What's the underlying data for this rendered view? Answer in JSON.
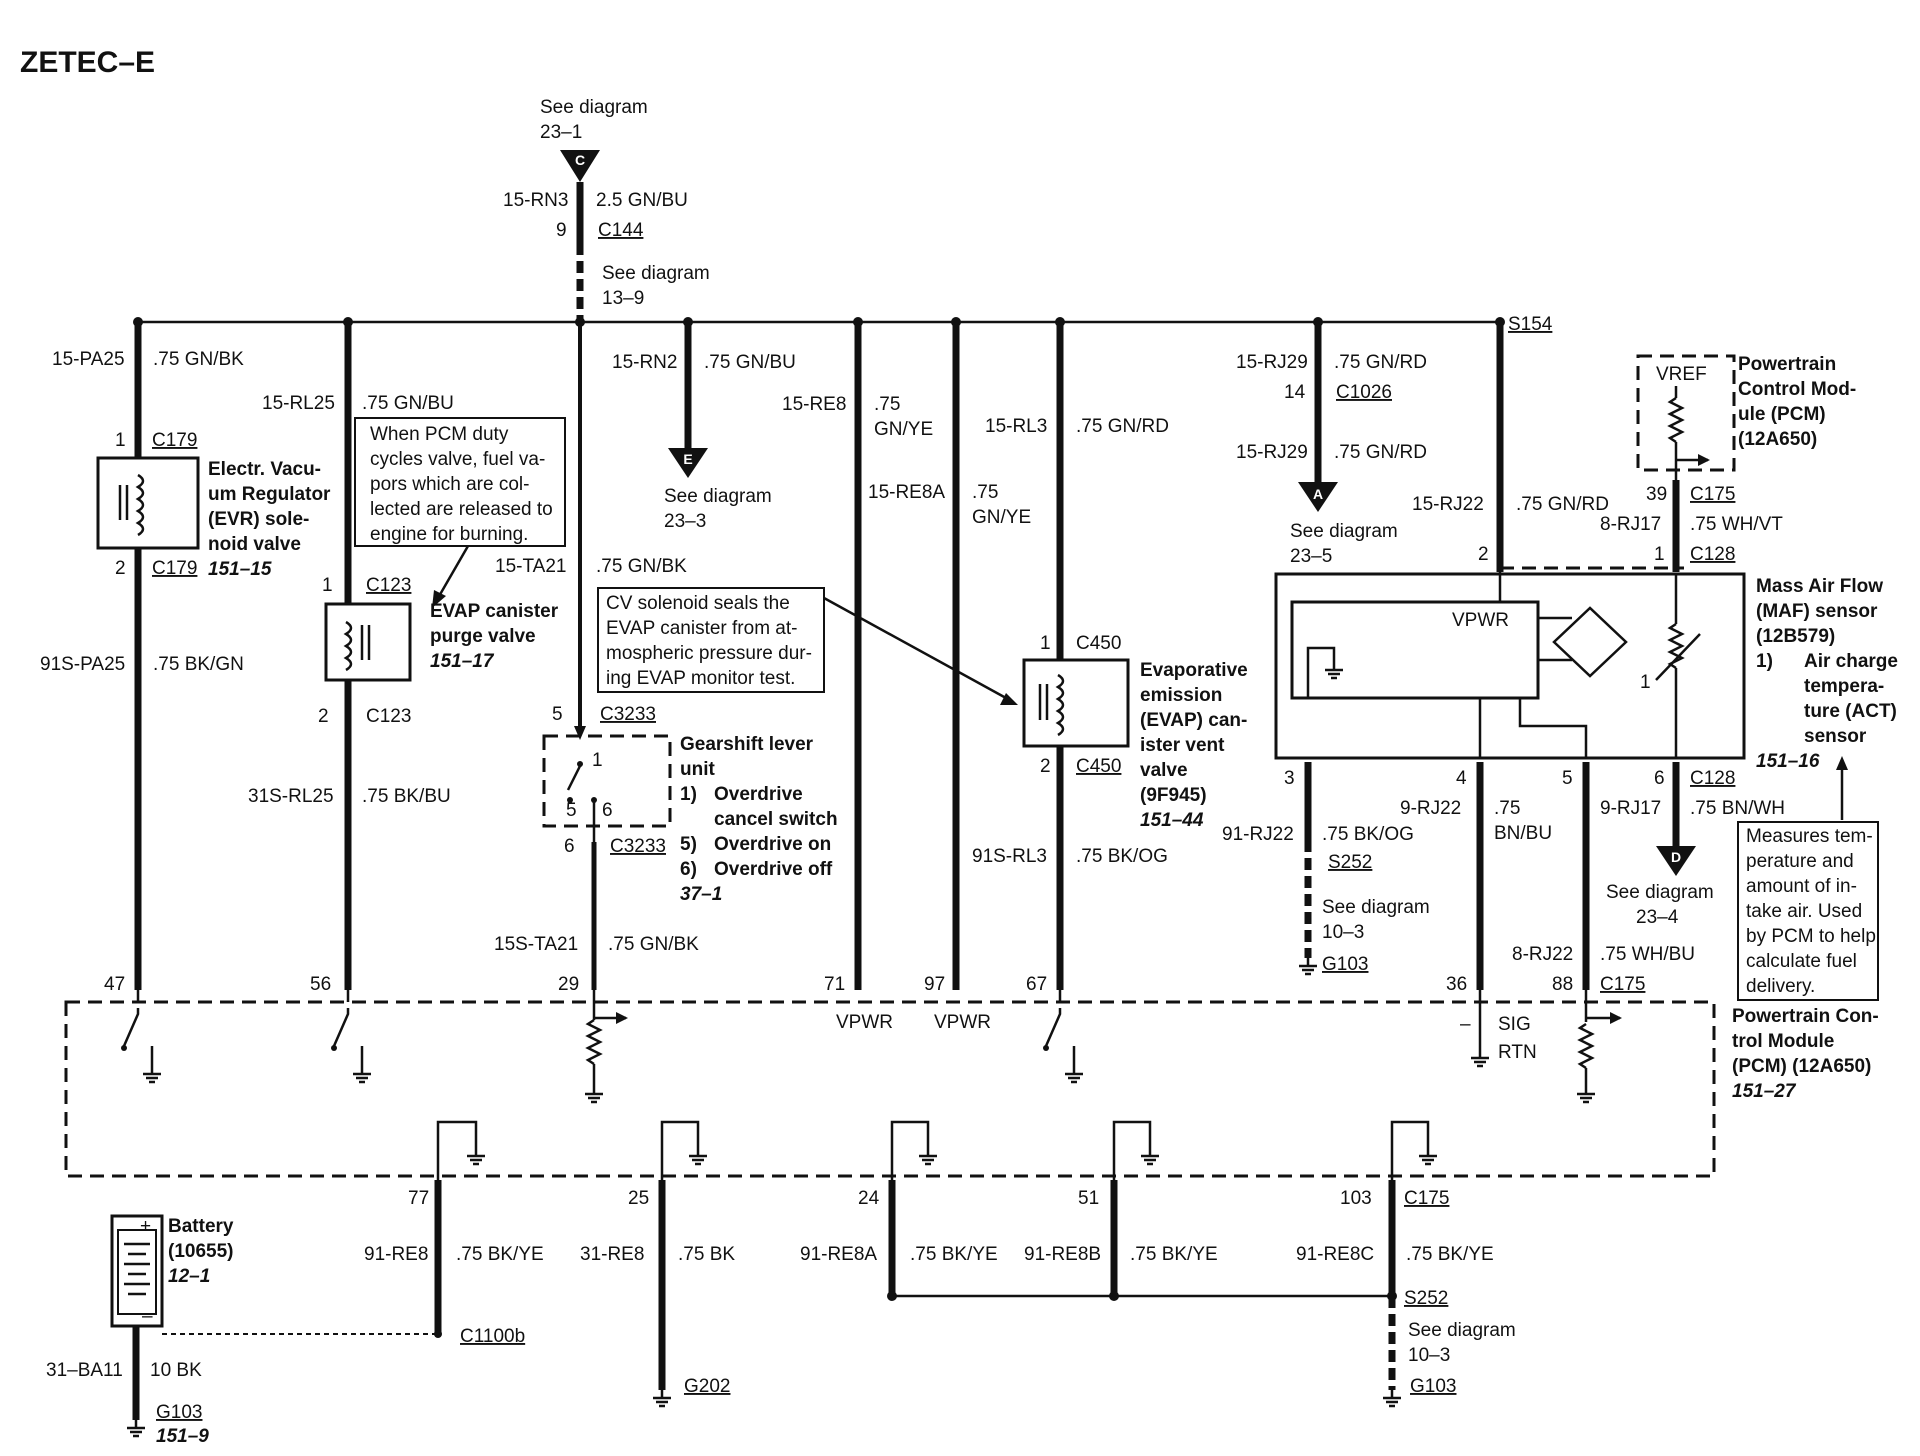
{
  "title": "ZETEC–E",
  "references": {
    "top": [
      "See diagram",
      "23–1"
    ],
    "upper": [
      "See diagram",
      "13–9"
    ],
    "e": [
      "See diagram",
      "23–3"
    ],
    "a": [
      "See diagram",
      "23–5"
    ],
    "s252": [
      "See diagram",
      "10–3"
    ],
    "d": [
      "See diagram",
      "23–4"
    ],
    "s252b": [
      "See diagram",
      "10–3"
    ]
  },
  "connector_letters": {
    "c": "C",
    "e": "E",
    "a": "A",
    "d": "D"
  },
  "labels": {
    "rn3": "15-RN3",
    "rn3_wire": "2.5 GN/BU",
    "c144_pin": "9",
    "c144": "C144",
    "pa25": "15-PA25",
    "pa25_wire": ".75 GN/BK",
    "rl25": "15-RL25",
    "rl25_wire": ".75 GN/BU",
    "rn2": "15-RN2",
    "rn2_wire": ".75 GN/BU",
    "re8": "15-RE8",
    "re8_wire": [
      ".75",
      "GN/YE"
    ],
    "re8a": "15-RE8A",
    "re8a_wire": [
      ".75",
      "GN/YE"
    ],
    "rl3": "15-RL3",
    "rl3_wire": ".75 GN/RD",
    "rj29a": "15-RJ29",
    "rj29a_wire": ".75 GN/RD",
    "c1026_pin": "14",
    "c1026": "C1026",
    "rj29b": "15-RJ29",
    "rj29b_wire": ".75 GN/RD",
    "s154": "S154",
    "rj22": "15-RJ22",
    "rj22_wire": ".75 GN/RD",
    "c179_pin1": "1",
    "c179a": "C179",
    "c179_pin2": "2",
    "c179b": "C179",
    "pa25b": "91S-PA25",
    "pa25b_wire": ".75 BK/GN",
    "c123_pin1": "1",
    "c123a": "C123",
    "c123_pin2": "2",
    "c123b": "C123",
    "rl25b": "31S-RL25",
    "rl25b_wire": ".75 BK/BU",
    "ta21": "15-TA21",
    "ta21_wire": ".75 GN/BK",
    "c3233_pin5": "5",
    "c3233a": "C3233",
    "c3233_pin6": "6",
    "c3233b": "C3233",
    "sw_pin1": "1",
    "sw_pin5": "5",
    "sw_pin6": "6",
    "ta21b": "15S-TA21",
    "ta21b_wire": ".75 GN/BK",
    "c450_pin1": "1",
    "c450a": "C450",
    "c450_pin2": "2",
    "c450b": "C450",
    "rl3b": "91S-RL3",
    "rl3b_wire": ".75 BK/OG",
    "c175_pin39": "39",
    "c175a": "C175",
    "rj17": "8-RJ17",
    "rj17_wire": ".75 WH/VT",
    "c128_pin2": "2",
    "c128_pin1": "1",
    "c128a": "C128",
    "maf_vpwr": "VPWR",
    "maf_pin1": "1",
    "maf_pin3": "3",
    "maf_pin4": "4",
    "maf_pin5": "5",
    "maf_pin6": "6",
    "c128b": "C128",
    "rj22b": "91-RJ22",
    "rj22b_wire": ".75 BK/OG",
    "s252": "S252",
    "g103a": "G103",
    "rj22c": "9-RJ22",
    "rj22c_wire": [
      ".75",
      "BN/BU"
    ],
    "rj17b": "9-RJ17",
    "rj17b_wire": ".75 BN/WH",
    "rj22d": "8-RJ22",
    "rj22d_wire": ".75 WH/BU",
    "vref": "VREF",
    "pin47": "47",
    "pin56": "56",
    "pin29": "29",
    "pin71": "71",
    "pin97": "97",
    "pin67": "67",
    "pin36": "36",
    "pin88": "88",
    "c175b": "C175",
    "vpwr1": "VPWR",
    "vpwr2": "VPWR",
    "sig": "SIG",
    "rtn": "RTN",
    "sig_minus": "–",
    "pin77": "77",
    "pin25": "25",
    "pin24": "24",
    "pin51": "51",
    "pin103": "103",
    "c175c": "C175",
    "re8b": "91-RE8",
    "re8b_wire": ".75 BK/YE",
    "re8c": "31-RE8",
    "re8c_wire": ".75 BK",
    "re8d": "91-RE8A",
    "re8d_wire": ".75 BK/YE",
    "re8e": "91-RE8B",
    "re8e_wire": ".75 BK/YE",
    "re8f": "91-RE8C",
    "re8f_wire": ".75 BK/YE",
    "s252b": "S252",
    "g103b": "G103",
    "c1100b": "C1100b",
    "g202": "G202",
    "ba11": "31–BA11",
    "ba11_wire": "10 BK",
    "g103c": "G103",
    "battery_plus": "+",
    "battery_minus": "–"
  },
  "components": {
    "evr": {
      "name": [
        "Electr. Vacu-",
        "um Regulator",
        "(EVR) sole-",
        "noid valve"
      ],
      "ref": "151–15"
    },
    "evap_purge": {
      "name": [
        "EVAP canister",
        "purge valve"
      ],
      "ref": "151–17"
    },
    "gearshift": {
      "name": [
        "Gearshift lever",
        "unit"
      ],
      "items": [
        "1)",
        "Overdrive",
        "cancel switch",
        "5)",
        "Overdrive on",
        "6)",
        "Overdrive off"
      ],
      "ref": "37–1"
    },
    "evap_vent": {
      "name": [
        "Evaporative",
        "emission",
        "(EVAP) can-",
        "ister vent",
        "valve",
        "(9F945)"
      ],
      "ref": "151–44"
    },
    "pcm_top": {
      "name": [
        "Powertrain",
        "Control Mod-",
        "ule (PCM)",
        "(12A650)"
      ]
    },
    "maf": {
      "name": [
        "Mass Air Flow",
        "(MAF) sensor",
        "(12B579)"
      ],
      "item_no": "1)",
      "item": [
        "Air charge",
        "tempera-",
        "ture (ACT)",
        "sensor"
      ],
      "ref": "151–16"
    },
    "pcm_main": {
      "name": [
        "Powertrain Con-",
        "trol Module",
        "(PCM) (12A650)"
      ],
      "ref": "151–27"
    },
    "battery": {
      "name": [
        "Battery",
        "(10655)"
      ],
      "ref": "12–1"
    }
  },
  "notes": {
    "pcm_duty": [
      "When PCM duty",
      "cycles valve, fuel va-",
      "pors which are col-",
      "lected are released to",
      "engine for burning."
    ],
    "cv_solenoid": [
      "CV solenoid seals the",
      "EVAP canister from at-",
      "mospheric pressure dur-",
      "ing EVAP monitor test."
    ],
    "act_note": [
      "Measures tem-",
      "perature and",
      "amount of in-",
      "take air. Used",
      "by PCM to help",
      "calculate fuel",
      "delivery."
    ]
  }
}
